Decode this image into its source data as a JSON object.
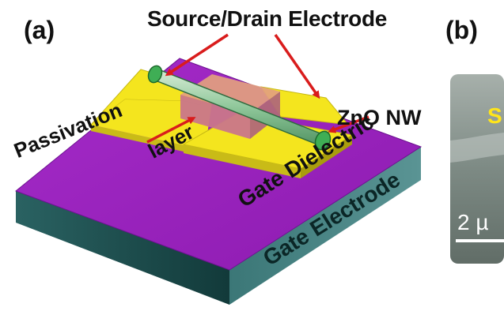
{
  "labels": {
    "panel_a": "(a)",
    "panel_b": "(b)",
    "source_drain": "Source/Drain Electrode",
    "zno_nw": "ZnO NW",
    "passivation": "Passivation",
    "layer": "layer",
    "gate_dielectric": "Gate Dielectric",
    "gate_electrode": "Gate Electrode",
    "sem_label": "S",
    "scale_bar": "2 µ"
  },
  "colors": {
    "dielectric_top": "#9a1fbf",
    "substrate_side": "#1f5656",
    "electrode": "#f2e31c",
    "nanowire": "#7dc08f",
    "passivation": "#d28a8a",
    "arrow": "#d91c1c",
    "sem_bg": "#8f9a94"
  }
}
